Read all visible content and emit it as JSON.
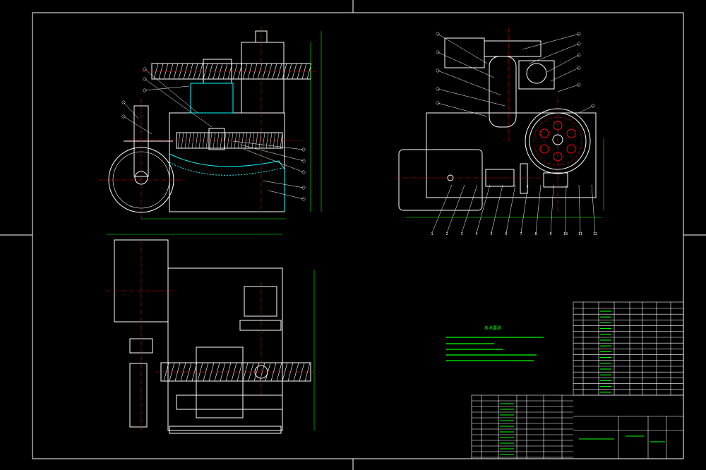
{
  "drawing": {
    "background": "#000000",
    "line_color": "#ffffff",
    "center_line_color": "#ff0000",
    "dimension_color": "#00ff00",
    "hatch_color": "#00ffff",
    "accent_color": "#ff00ff"
  },
  "tech_notes": {
    "title": "技术要求",
    "lines": [
      "",
      "",
      "",
      "",
      ""
    ]
  },
  "balloons": {
    "top_right_bottom": [
      "1",
      "2",
      "3",
      "4",
      "5",
      "6",
      "7",
      "8",
      "9",
      "10",
      "11",
      "12"
    ]
  },
  "title_block": {
    "cells": [
      "",
      "",
      "",
      ""
    ]
  }
}
